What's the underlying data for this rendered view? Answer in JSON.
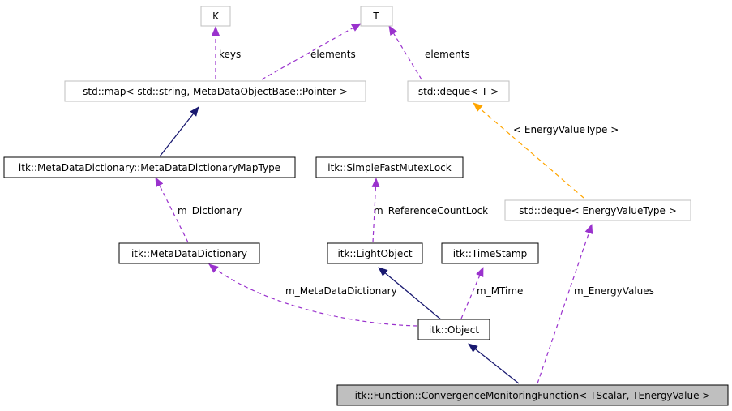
{
  "colors": {
    "node_border_normal": "#000000",
    "node_border_external": "#bfbfbf",
    "node_fill": "#ffffff",
    "node_fill_focus": "#bfbfbf",
    "edge_inheritance": "#191970",
    "edge_usage": "#9a32cd",
    "edge_template": "#ffa500"
  },
  "nodes": {
    "k": "K",
    "t": "T",
    "map": "std::map< std::string, MetaDataObjectBase::Pointer >",
    "deque_t": "std::deque< T >",
    "dict_map_type": "itk::MetaDataDictionary::MetaDataDictionaryMapType",
    "mutex_lock": "itk::SimpleFastMutexLock",
    "deque_energy": "std::deque< EnergyValueType >",
    "meta_dict": "itk::MetaDataDictionary",
    "light_object": "itk::LightObject",
    "time_stamp": "itk::TimeStamp",
    "object": "itk::Object",
    "convergence": "itk::Function::ConvergenceMonitoringFunction< TScalar, TEnergyValue >"
  },
  "edges": {
    "keys": "keys",
    "elements_map": "elements",
    "elements_deque": "elements",
    "energy_value_type": "< EnergyValueType >",
    "m_dictionary": "m_Dictionary",
    "m_reference_count_lock": "m_ReferenceCountLock",
    "m_meta_data_dictionary": "m_MetaDataDictionary",
    "m_mtime": "m_MTime",
    "m_energy_values": "m_EnergyValues"
  }
}
